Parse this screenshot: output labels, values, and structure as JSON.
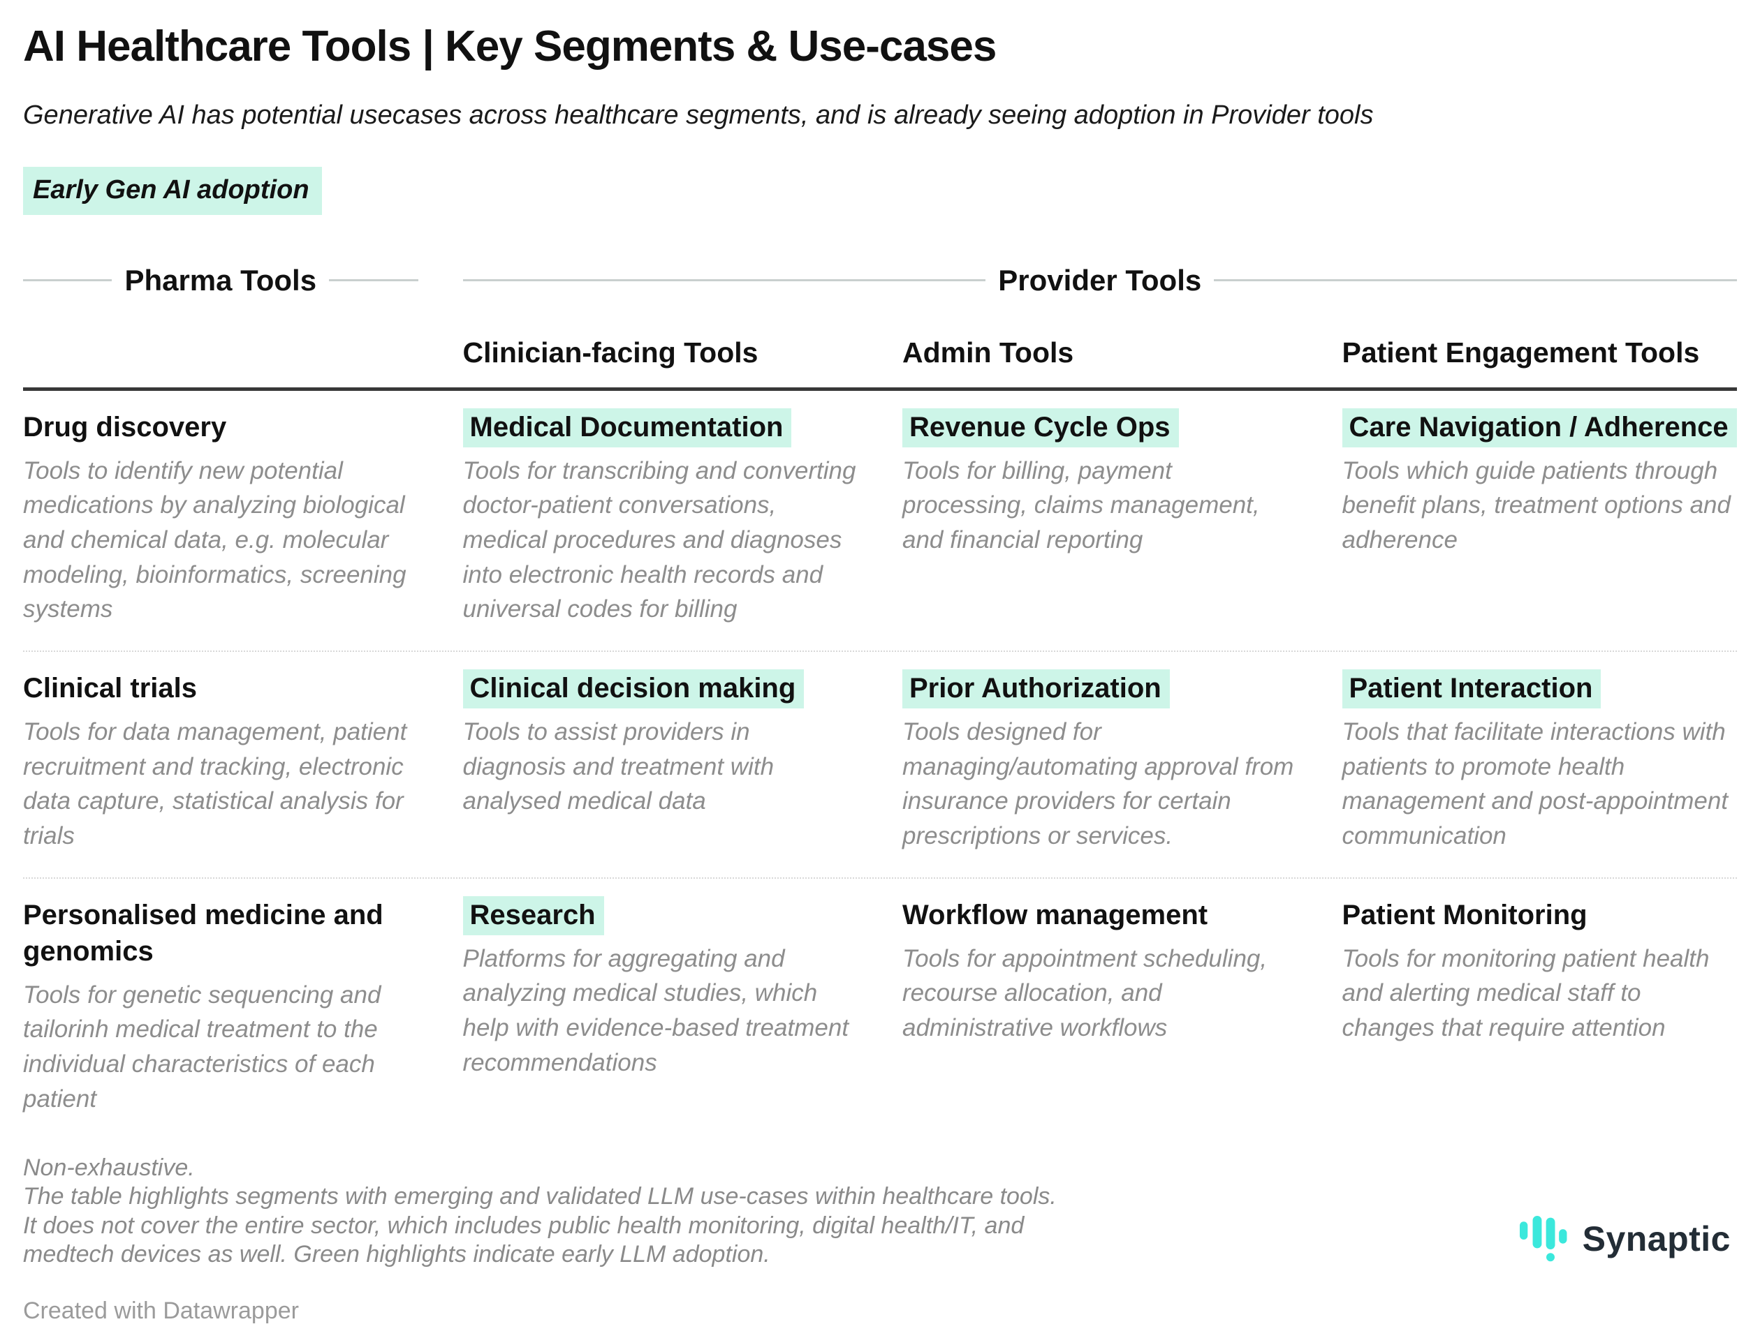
{
  "chart_data": {
    "type": "table",
    "title": "AI Healthcare Tools | Key Segments & Use-cases",
    "subtitle": "Generative AI has potential usecases across healthcare segments, and is already seeing adoption in Provider tools",
    "legend_badge": "Early Gen AI adoption",
    "group_headers": {
      "pharma": "Pharma Tools",
      "provider": "Provider Tools"
    },
    "sub_headers": [
      "Clinician-facing Tools",
      "Admin Tools",
      "Patient Engagement Tools"
    ],
    "rows": [
      [
        {
          "title": "Drug discovery",
          "highlighted": false,
          "description": "Tools to identify new potential medications by analyzing biological and chemical data, e.g. molecular modeling, bioinformatics, screening systems"
        },
        {
          "title": "Medical Documentation",
          "highlighted": true,
          "description": "Tools for transcribing and converting doctor-patient conversations, medical procedures and diagnoses into electronic health records and universal codes for billing"
        },
        {
          "title": "Revenue Cycle Ops",
          "highlighted": true,
          "description": "Tools for billing, payment processing, claims management, and financial reporting"
        },
        {
          "title": "Care Navigation / Adherence",
          "highlighted": true,
          "description": "Tools which guide patients through benefit plans, treatment options and adherence"
        }
      ],
      [
        {
          "title": "Clinical trials",
          "highlighted": false,
          "description": "Tools for data management, patient recruitment and tracking, electronic data capture, statistical analysis for trials"
        },
        {
          "title": "Clinical decision making",
          "highlighted": true,
          "description": "Tools to assist providers in diagnosis and treatment with analysed medical data"
        },
        {
          "title": "Prior Authorization",
          "highlighted": true,
          "description": "Tools designed for managing/automating approval from insurance providers for certain prescriptions or services."
        },
        {
          "title": "Patient Interaction",
          "highlighted": true,
          "description": "Tools that facilitate interactions with patients to promote health management and post-appointment communication"
        }
      ],
      [
        {
          "title": "Personalised medicine and genomics",
          "highlighted": false,
          "description": "Tools for genetic sequencing and tailorinh medical treatment to the individual characteristics of each patient"
        },
        {
          "title": "Research",
          "highlighted": true,
          "description": "Platforms for aggregating and analyzing medical studies, which help with evidence-based treatment recommendations"
        },
        {
          "title": "Workflow management",
          "highlighted": false,
          "description": "Tools for appointment scheduling, recourse allocation, and administrative workflows"
        },
        {
          "title": "Patient Monitoring",
          "highlighted": false,
          "description": "Tools for monitoring patient health and alerting medical staff to changes that require attention"
        }
      ]
    ],
    "notes": "Non-exhaustive.\nThe table highlights segments with emerging and validated LLM use-cases within healthcare tools.\nIt does not cover the entire sector, which includes public health monitoring, digital health/IT, and\nmedtech devices as well. Green highlights indicate early LLM adoption.",
    "credit": "Created with Datawrapper",
    "brand": "Synaptic"
  },
  "colors": {
    "highlight": "#cdf5e8",
    "accent_teal": "#3be8dc",
    "logo_text": "#232d36",
    "ink": "#1a1a1a",
    "muted_text": "#8d8d8d"
  }
}
